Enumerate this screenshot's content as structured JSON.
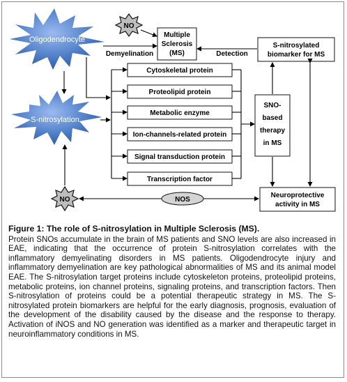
{
  "diagram": {
    "oligodendrocyte": "Oligodendrocyte",
    "s_nitrosylation": "S-nitrosylation",
    "no_top": "NO",
    "no_bottom": "NO",
    "nos": "NOS",
    "ms": [
      "Multiple",
      "Sclerosis",
      "(MS)"
    ],
    "biomarker": [
      "S-nitrosylated",
      "biomarker for MS"
    ],
    "sno_therapy": [
      "SNO-",
      "based",
      "therapy",
      "in MS"
    ],
    "neuroprotective": [
      "Neuroprotective",
      "activity in MS"
    ],
    "demyelination": "Demyelination",
    "detection": "Detection",
    "targets": [
      "Cytoskeletal protein",
      "Proteolipid protein",
      "Metabolic enzyme",
      "Ion-channels-related protein",
      "Signal transduction protein",
      "Transcription factor"
    ]
  },
  "colors": {
    "accent_blue": "#5b88cf",
    "nos_gray": "#d4d4d4"
  },
  "caption": {
    "title": "Figure 1: The role of S-nitrosylation in Multiple Sclerosis (MS).",
    "body": "Protein SNOs accumulate in the brain of MS patients and SNO levels are also increased in EAE, indicating that the occurrence of protein S-nitrosylation correlates with the inflammatory demyelinating disorders in MS patients. Oligodendrocyte injury and inflammatory demyelination are key pathological abnormalities of MS and its animal model EAE. The S-nitrosylation target proteins include cytoskeleton proteins, proteolipid proteins, metabolic proteins, ion channel proteins, signaling proteins, and transcription factors. Then S-nitrosylation of proteins could be a potential therapeutic strategy in MS. The S-nitrosylated protein biomarkers are helpful for the early diagnosis, prognosis, evaluation of the development of the disability caused by the disease and the response to therapy. Activation of iNOS and NO generation was identified as a marker and therapeutic target in neuroinflammatory conditions in MS."
  }
}
